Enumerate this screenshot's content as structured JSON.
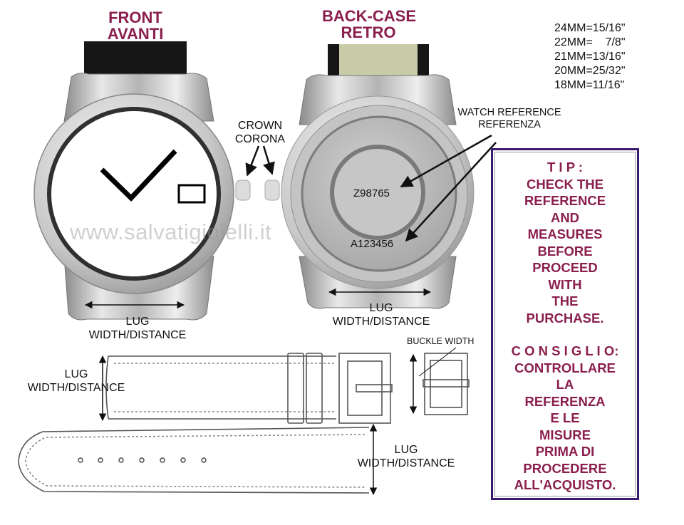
{
  "headings": {
    "front": [
      "FRONT",
      "AVANTI"
    ],
    "back": [
      "BACK-CASE",
      "RETRO"
    ]
  },
  "sizes": [
    "24MM=15/16\"",
    "22MM=    7/8\"",
    "21MM=13/16\"",
    "20MM=25/32\"",
    "18MM=11/16\""
  ],
  "crown": [
    "CROWN",
    "CORONA"
  ],
  "watch_reference": [
    "WATCH REFERENCE",
    "REFERENZA"
  ],
  "case_refs": {
    "inner": "Z98765",
    "outer": "A123456"
  },
  "watermark": "www.salvatigioielli.it",
  "lug_label": [
    "LUG",
    "WIDTH/DISTANCE"
  ],
  "buckle_width": "BUCKLE WIDTH",
  "tip_lines": [
    "T I P :",
    "CHECK THE",
    "REFERENCE",
    "AND",
    "MEASURES",
    "BEFORE",
    "PROCEED",
    "WITH",
    "THE",
    "PURCHASE.",
    "",
    "C O N S I G L I O:",
    "CONTROLLARE",
    "LA",
    "REFERENZA",
    "E LE",
    "MISURE",
    "PRIMA DI",
    "PROCEDERE",
    "ALL'ACQUISTO."
  ],
  "colors": {
    "heading": "#8a1f4e",
    "tip_text": "#8a1f4e",
    "tip_border": "#3b1a6e",
    "strap_front": "#161616",
    "strap_back": "#c9cba8"
  }
}
